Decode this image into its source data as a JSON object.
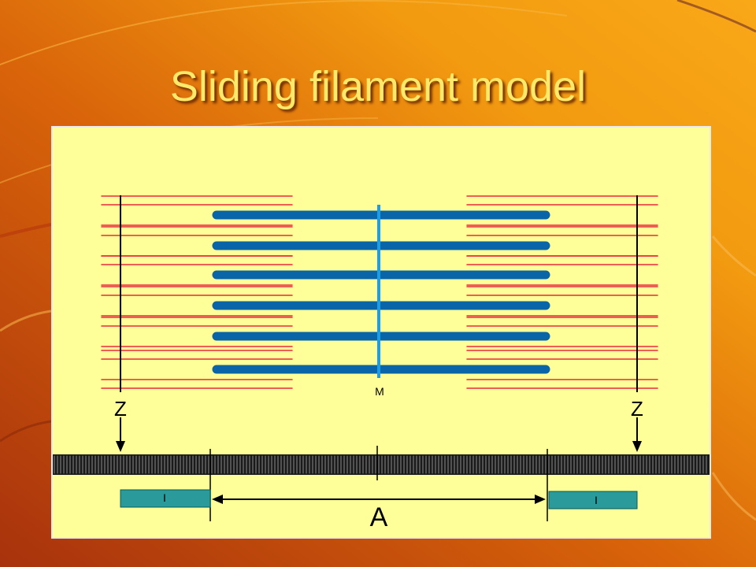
{
  "slide": {
    "title": "Sliding filament model"
  },
  "diagram": {
    "labels": {
      "z_left": "Z",
      "z_right": "Z",
      "m_line": "M",
      "a_band": "A",
      "i_band_left": "I",
      "i_band_right": "I"
    },
    "colors": {
      "background": "#e0800a",
      "title": "#ffe96a",
      "panel": "#ffff99",
      "actin": "#e8283a",
      "myosin": "#0a64a8",
      "m_line": "#1a9ee8",
      "z_line": "#000000",
      "i_band": "#2a9a9a"
    }
  }
}
